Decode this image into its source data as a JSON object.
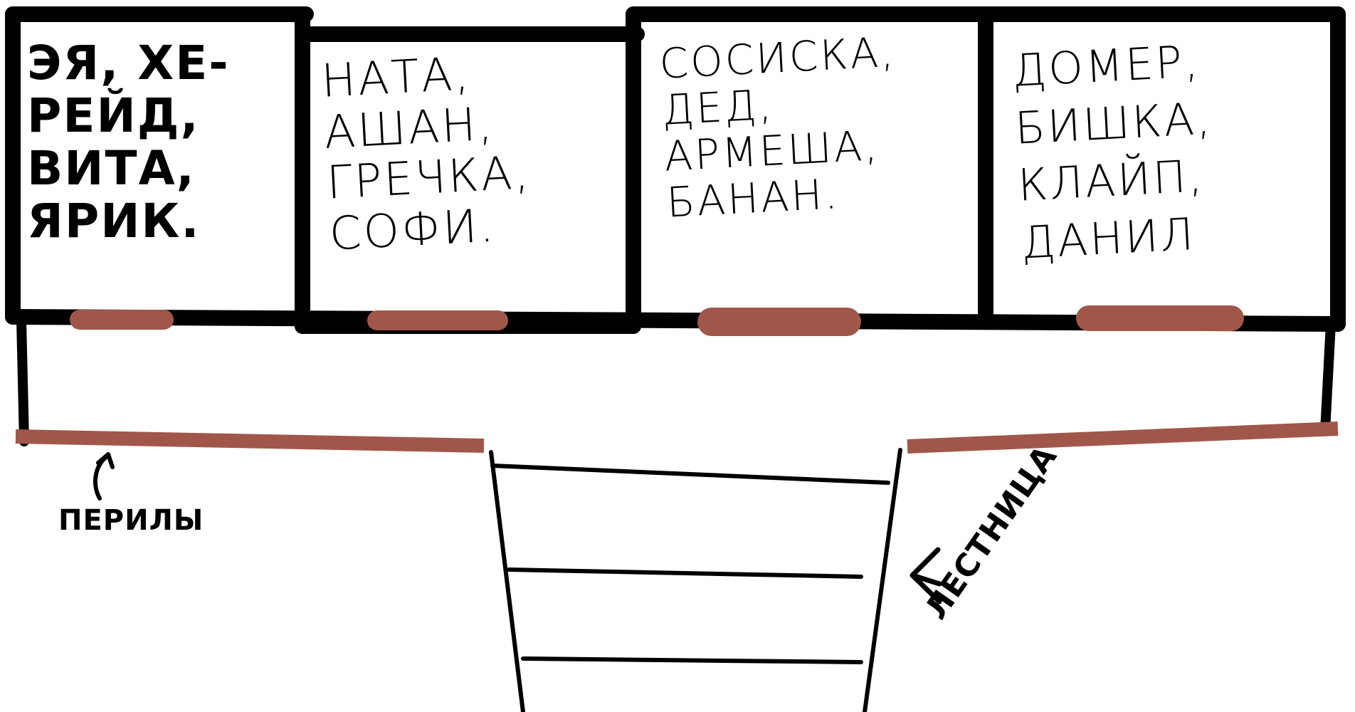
{
  "rooms": [
    {
      "text": "ЭЯ, ХЕ-\nРЕЙД,\nВИТА,\nЯРИК."
    },
    {
      "text": "НАТА, АШАН,\nГРЕЧКА,\nСОФИ."
    },
    {
      "text": "СОСИСКА, ДЕД,\nАРМЕША,\nБАНАН."
    },
    {
      "text": "ДОМЕР, БИШКА,\nКЛАЙП,\nДАНИЛ"
    }
  ],
  "labels": {
    "railing": "ПЕРИЛЫ",
    "stairs": "ЛЕСТНИЦА"
  },
  "colors": {
    "wall": "#000000",
    "door": "#a0574a",
    "railing": "#a0574a",
    "background": "#ffffff"
  }
}
